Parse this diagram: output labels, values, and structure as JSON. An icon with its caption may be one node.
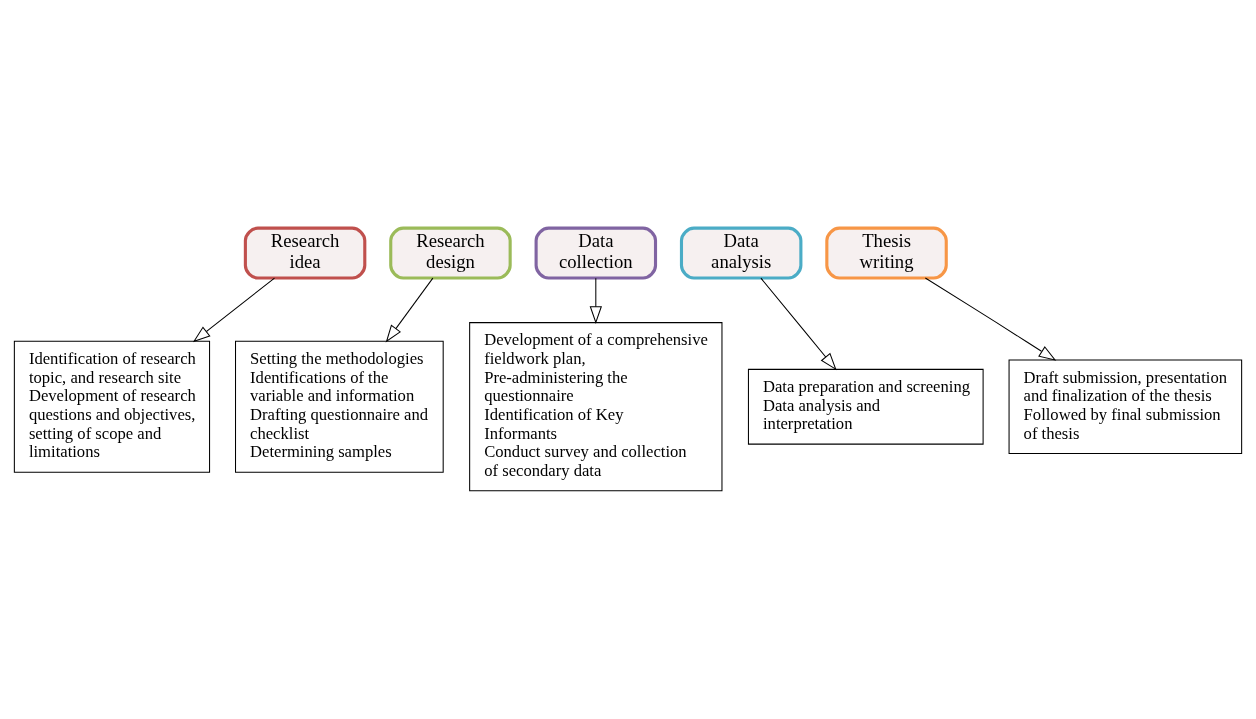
{
  "diagram": {
    "nodes": [
      {
        "text": [
          "Research idea"
        ]
      },
      {
        "text": [
          "Research design"
        ]
      },
      {
        "text": [
          "Data collection"
        ]
      },
      {
        "text": [
          "Data analysis"
        ]
      },
      {
        "text": [
          "Thesis writing"
        ]
      },
      {
        "text": [
          "Identification of research topic, and research site",
          "Development of research questions and objectives, setting of scope and limitations"
        ]
      },
      {
        "text": [
          "Setting the methodologies",
          "Identifications of the variable and information",
          "Drafting questionnaire and checklist",
          "Determining samples"
        ]
      },
      {
        "text": [
          "Development of a comprehensive fieldwork plan,",
          "Pre-administering the questionnaire",
          "Identification of Key Informants",
          "Conduct survey and collection of secondary data"
        ]
      },
      {
        "text": [
          "Data preparation and screening",
          "Data analysis and interpretation"
        ]
      },
      {
        "text": [
          "Draft submission, presentation and finalization of the thesis",
          "Followed by final submission of thesis"
        ]
      }
    ],
    "edges": [
      {
        "from": 0,
        "to": 5,
        "arrow": "to"
      },
      {
        "from": 1,
        "to": 6,
        "arrow": "to"
      },
      {
        "from": 2,
        "to": 7,
        "arrow": "to"
      },
      {
        "from": 3,
        "to": 8,
        "arrow": "to"
      },
      {
        "from": 4,
        "to": 9,
        "arrow": "to"
      }
    ]
  }
}
